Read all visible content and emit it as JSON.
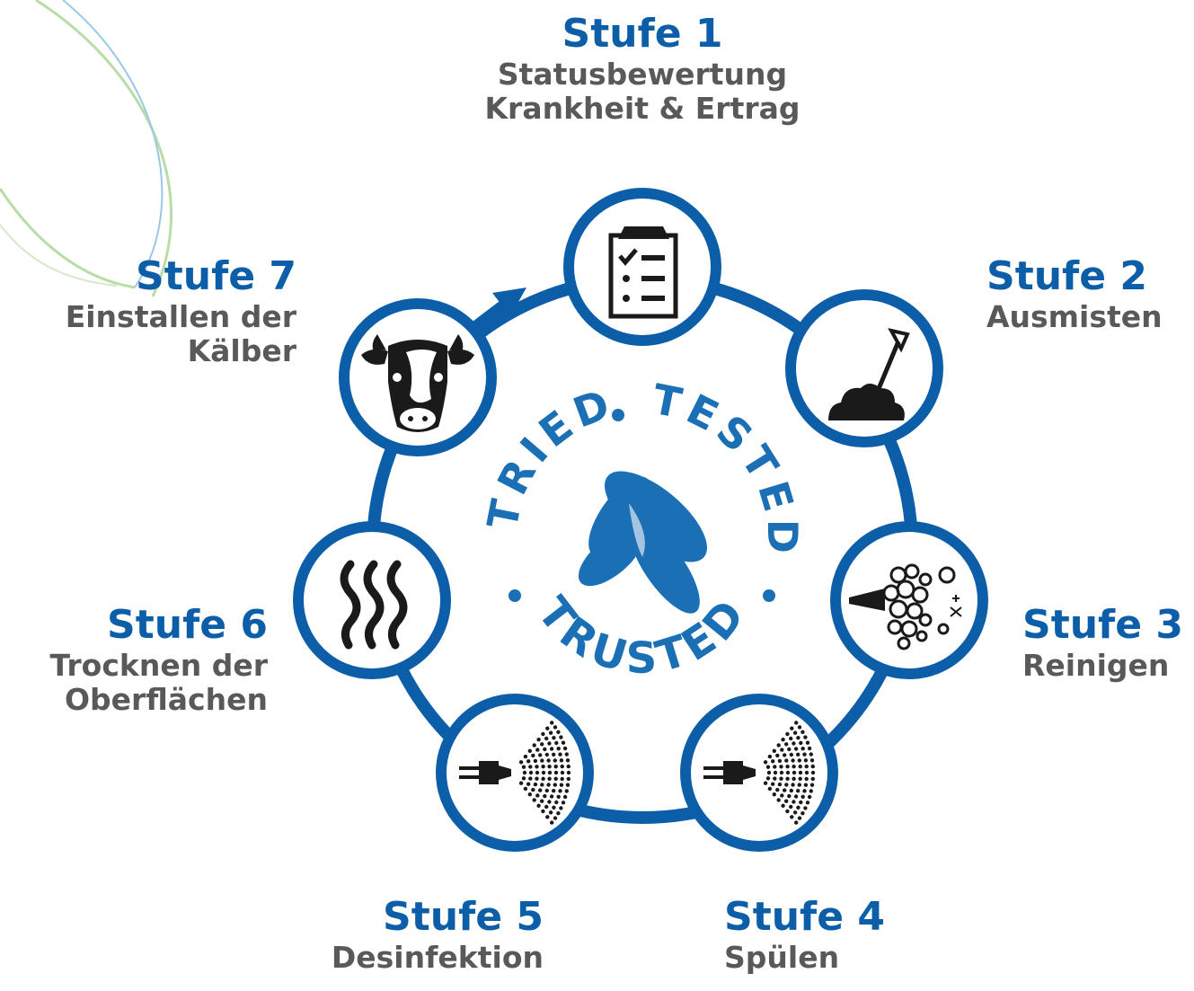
{
  "colors": {
    "blue": "#0d5ea8",
    "gray": "#595959",
    "icon": "#1a1a1a",
    "swoosh_green": "#b9dca8",
    "swoosh_blue": "#9cc7e6"
  },
  "seal": {
    "word_top_left": "TRIED",
    "word_top_right": "TESTED",
    "word_bottom": "TRUSTED",
    "logo_icon": "butterfly-x-logo-icon"
  },
  "steps": [
    {
      "title": "Stufe 1",
      "lines": [
        "Statusbewertung",
        "Krankheit & Ertrag"
      ],
      "icon": "clipboard-checklist-icon"
    },
    {
      "title": "Stufe 2",
      "lines": [
        "Ausmisten"
      ],
      "icon": "shovel-manure-icon"
    },
    {
      "title": "Stufe 3",
      "lines": [
        "Reinigen"
      ],
      "icon": "foam-nozzle-icon"
    },
    {
      "title": "Stufe 4",
      "lines": [
        "Spülen"
      ],
      "icon": "spray-nozzle-icon"
    },
    {
      "title": "Stufe 5",
      "lines": [
        "Desinfektion"
      ],
      "icon": "spray-nozzle-icon"
    },
    {
      "title": "Stufe 6",
      "lines": [
        "Trocknen der",
        "Oberflächen"
      ],
      "icon": "heat-waves-icon"
    },
    {
      "title": "Stufe 7",
      "lines": [
        "Einstallen der",
        "Kälber"
      ],
      "icon": "cow-head-icon"
    }
  ]
}
